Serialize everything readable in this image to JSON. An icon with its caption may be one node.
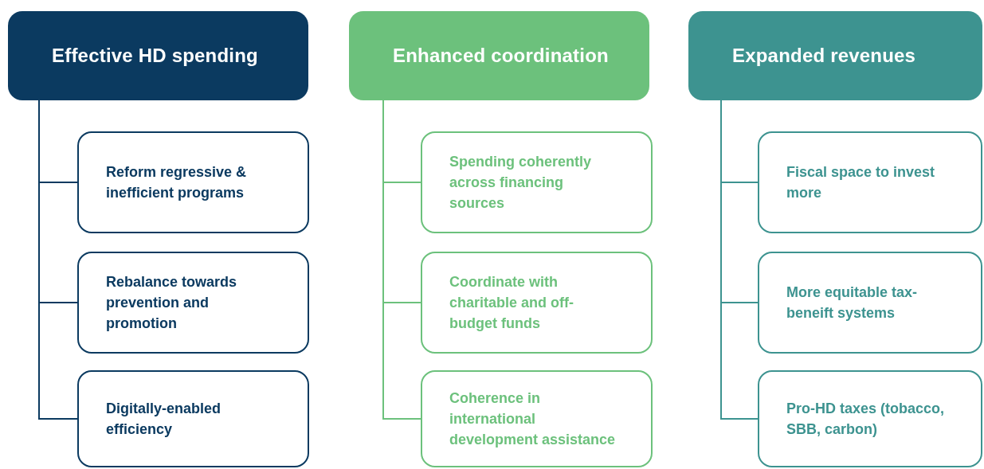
{
  "diagram": {
    "nodes": [
      {
        "text": [
          "Effective HD spending"
        ]
      },
      {
        "text": [
          "Reform regressive & inefficient programs"
        ]
      },
      {
        "text": [
          "Rebalance towards prevention and promotion"
        ]
      },
      {
        "text": [
          "Digitally-enabled efficiency"
        ]
      },
      {
        "text": [
          "Enhanced coordination"
        ]
      },
      {
        "text": [
          "Spending coherently across financing sources"
        ]
      },
      {
        "text": [
          "Coordinate with charitable and off-budget  funds"
        ]
      },
      {
        "text": [
          "Coherence in international development assistance"
        ]
      },
      {
        "text": [
          "Expanded revenues"
        ]
      },
      {
        "text": [
          "Fiscal space to invest more"
        ]
      },
      {
        "text": [
          "More equitable tax-beneift systems"
        ]
      },
      {
        "text": [
          "Pro-HD taxes (tobacco, SBB, carbon)"
        ]
      }
    ],
    "edges": [
      {
        "from": 0,
        "to": 1,
        "arrow": "none",
        "color": "#0b3a60"
      },
      {
        "from": 0,
        "to": 2,
        "arrow": "none",
        "color": "#0b3a60"
      },
      {
        "from": 0,
        "to": 3,
        "arrow": "none",
        "color": "#0b3a60"
      },
      {
        "from": 4,
        "to": 5,
        "arrow": "none",
        "color": "#6cc17c"
      },
      {
        "from": 4,
        "to": 6,
        "arrow": "none",
        "color": "#6cc17c"
      },
      {
        "from": 4,
        "to": 7,
        "arrow": "none",
        "color": "#6cc17c"
      },
      {
        "from": 8,
        "to": 9,
        "arrow": "none",
        "color": "#3d9390"
      },
      {
        "from": 8,
        "to": 10,
        "arrow": "none",
        "color": "#3d9390"
      },
      {
        "from": 8,
        "to": 11,
        "arrow": "none",
        "color": "#3d9390"
      }
    ]
  }
}
